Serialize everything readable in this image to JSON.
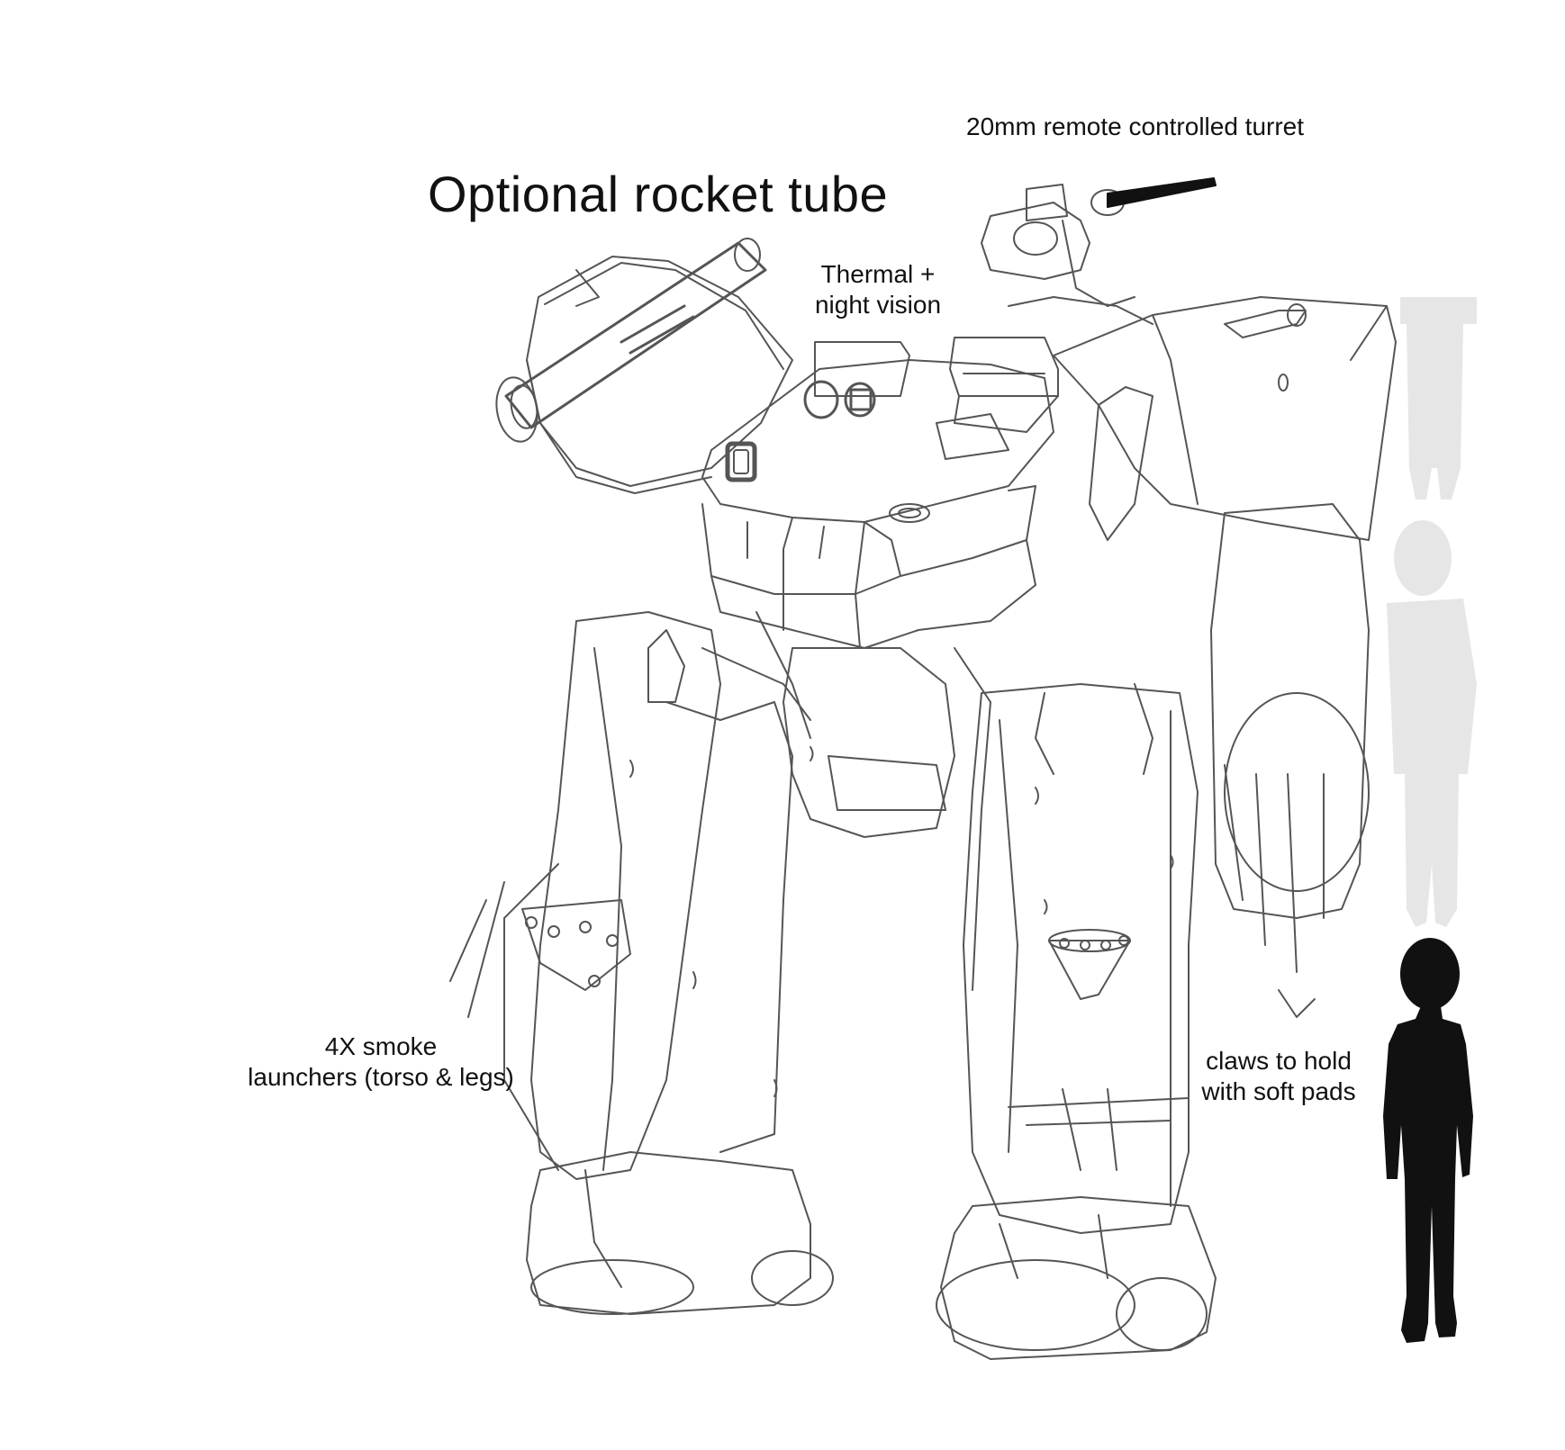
{
  "annotations": {
    "turret": "20mm remote controlled turret",
    "rocket_tube": "Optional rocket tube",
    "thermal_line1": "Thermal +",
    "thermal_line2": "night vision",
    "smoke_line1": "4X smoke",
    "smoke_line2": "launchers (torso & legs)",
    "claws_line1": "claws to hold",
    "claws_line2": "with soft pads"
  },
  "colors": {
    "background": "#ffffff",
    "sketch_line": "#555555",
    "ghost_figure": "#e6e6e6",
    "human_silhouette": "#111111",
    "text": "#111111"
  },
  "icons": {
    "human_scale_figure": "human-silhouette-icon"
  }
}
